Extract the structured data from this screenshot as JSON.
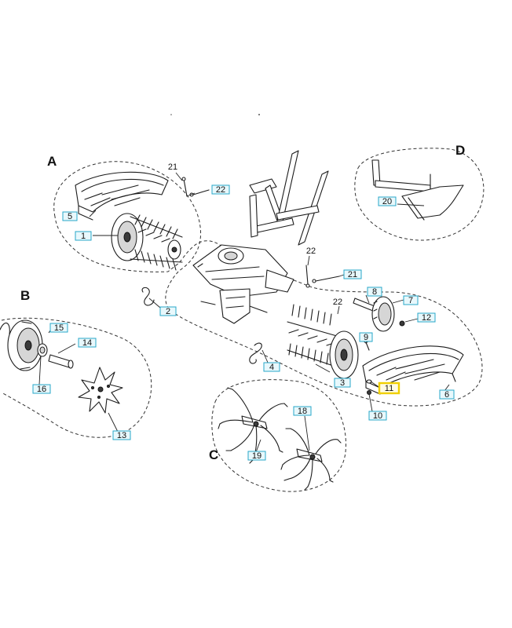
{
  "groups": [
    {
      "id": "A",
      "letter": "A"
    },
    {
      "id": "B",
      "letter": "B"
    },
    {
      "id": "C",
      "letter": "C"
    },
    {
      "id": "D",
      "letter": "D"
    }
  ],
  "callouts": [
    {
      "id": "c1",
      "text": "1",
      "boxed": true,
      "highlighted": false
    },
    {
      "id": "c2",
      "text": "2",
      "boxed": true,
      "highlighted": false
    },
    {
      "id": "c3",
      "text": "3",
      "boxed": true,
      "highlighted": false
    },
    {
      "id": "c4",
      "text": "4",
      "boxed": true,
      "highlighted": false
    },
    {
      "id": "c5",
      "text": "5",
      "boxed": true,
      "highlighted": false
    },
    {
      "id": "c6",
      "text": "6",
      "boxed": true,
      "highlighted": false
    },
    {
      "id": "c7",
      "text": "7",
      "boxed": true,
      "highlighted": false
    },
    {
      "id": "c8",
      "text": "8",
      "boxed": true,
      "highlighted": false
    },
    {
      "id": "c9",
      "text": "9",
      "boxed": true,
      "highlighted": false
    },
    {
      "id": "c10",
      "text": "10",
      "boxed": true,
      "highlighted": false
    },
    {
      "id": "c11",
      "text": "11",
      "boxed": true,
      "highlighted": true
    },
    {
      "id": "c12",
      "text": "12",
      "boxed": true,
      "highlighted": false
    },
    {
      "id": "c13",
      "text": "13",
      "boxed": true,
      "highlighted": false
    },
    {
      "id": "c14",
      "text": "14",
      "boxed": true,
      "highlighted": false
    },
    {
      "id": "c15",
      "text": "15",
      "boxed": true,
      "highlighted": false
    },
    {
      "id": "c16",
      "text": "16",
      "boxed": true,
      "highlighted": false
    },
    {
      "id": "c18",
      "text": "18",
      "boxed": true,
      "highlighted": false
    },
    {
      "id": "c19",
      "text": "19",
      "boxed": true,
      "highlighted": false
    },
    {
      "id": "c20",
      "text": "20",
      "boxed": true,
      "highlighted": false
    },
    {
      "id": "c21a",
      "text": "21",
      "boxed": false,
      "highlighted": false
    },
    {
      "id": "c21b",
      "text": "21",
      "boxed": true,
      "highlighted": false
    },
    {
      "id": "c22a",
      "text": "22",
      "boxed": true,
      "highlighted": false
    },
    {
      "id": "c22b",
      "text": "22",
      "boxed": false,
      "highlighted": false
    },
    {
      "id": "c22c",
      "text": "22",
      "boxed": false,
      "highlighted": false
    }
  ],
  "colors": {
    "label_border": "#27a7c9",
    "label_fill": "#e8f8fc",
    "highlight_border": "#f0cf00",
    "line": "#1c1c1c"
  }
}
